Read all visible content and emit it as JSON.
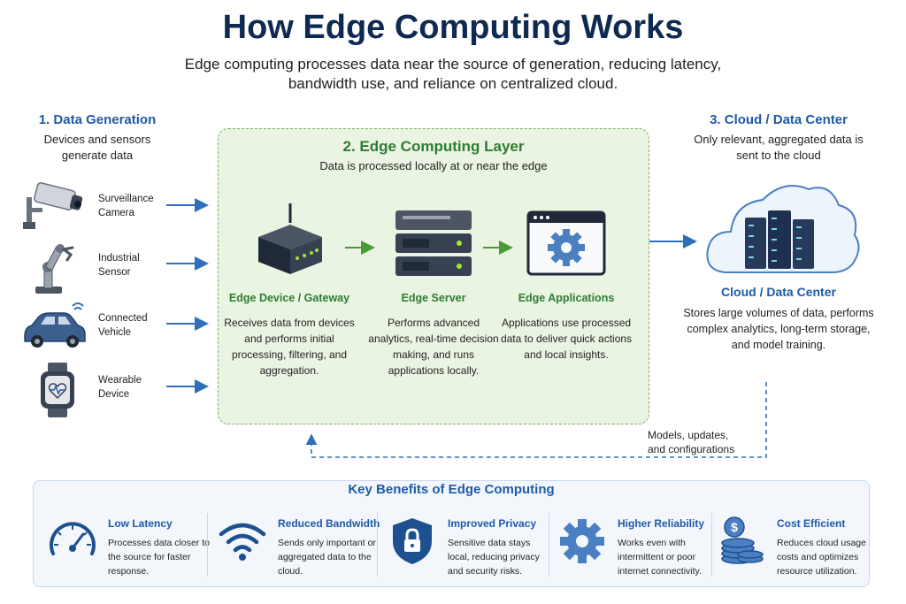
{
  "title": "How Edge Computing Works",
  "subtitle": "Edge computing processes data near the source of generation, reducing latency, bandwidth use, and reliance on centralized cloud.",
  "generation": {
    "heading": "1. Data Generation",
    "description": "Devices and sensors generate data",
    "devices": [
      {
        "line1": "Surveillance",
        "line2": "Camera",
        "icon": "surveillance-camera-icon"
      },
      {
        "line1": "Industrial",
        "line2": "Sensor",
        "icon": "robotic-arm-icon"
      },
      {
        "line1": "Connected",
        "line2": "Vehicle",
        "icon": "car-icon"
      },
      {
        "line1": "Wearable",
        "line2": "Device",
        "icon": "smartwatch-icon"
      }
    ]
  },
  "edge": {
    "heading": "2. Edge Computing Layer",
    "description": "Data is processed locally at or near the edge",
    "components": [
      {
        "name": "Edge Device / Gateway",
        "description": "Receives data from devices and performs initial processing, filtering, and aggregation.",
        "icon": "gateway-router-icon"
      },
      {
        "name": "Edge Server",
        "description": "Performs advanced analytics, real-time decision making, and runs applications locally.",
        "icon": "server-rack-icon"
      },
      {
        "name": "Edge Applications",
        "description": "Applications use processed data to deliver quick actions and local insights.",
        "icon": "app-window-gear-icon"
      }
    ]
  },
  "cloud": {
    "heading": "3. Cloud / Data Center",
    "description": "Only relevant, aggregated data is sent to the cloud",
    "name": "Cloud / Data Center",
    "details": "Stores large volumes of data, performs complex analytics, long-term storage, and model training.",
    "icon": "cloud-server-icon"
  },
  "feedback": {
    "line1": "Models, updates,",
    "line2": "and configurations"
  },
  "benefits": {
    "heading": "Key Benefits of Edge Computing",
    "items": [
      {
        "name": "Low Latency",
        "description": "Processes data closer to the source for faster response.",
        "icon": "speedometer-icon"
      },
      {
        "name": "Reduced Bandwidth",
        "description": "Sends only important or aggregated data to the cloud.",
        "icon": "wifi-icon"
      },
      {
        "name": "Improved Privacy",
        "description": "Sensitive data stays local, reducing privacy and security risks.",
        "icon": "shield-lock-icon"
      },
      {
        "name": "Higher Reliability",
        "description": "Works even with intermittent or poor internet connectivity.",
        "icon": "gear-icon"
      },
      {
        "name": "Cost Efficient",
        "description": "Reduces cloud usage costs and optimizes resource utilization.",
        "icon": "coins-dollar-icon"
      }
    ]
  },
  "colors": {
    "title": "#0f2a52",
    "accent_blue": "#1e5aa8",
    "accent_green": "#2e7d32",
    "edge_bg": "#eaf4e2",
    "arrow_blue": "#2f6fba",
    "arrow_green": "#4a9a3a"
  }
}
